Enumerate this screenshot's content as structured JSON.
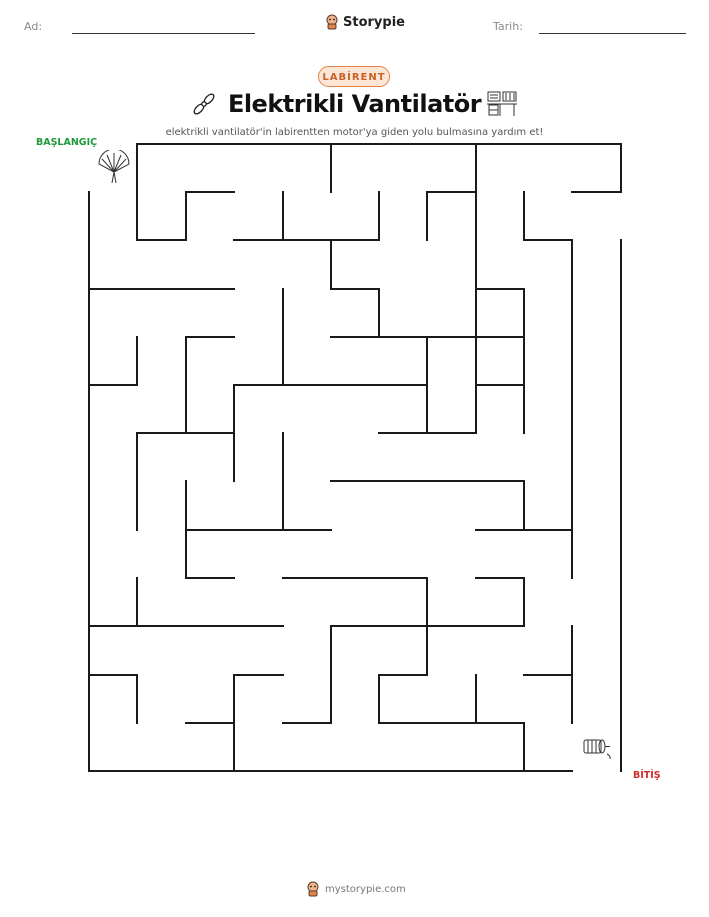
{
  "header": {
    "name_label": "Ad:",
    "date_label": "Tarih:",
    "brand": "Storypie"
  },
  "badge": "LABİRENT",
  "title": "Elektrikli Vantilatör",
  "subtitle": "elektrikli vantilatör'in labirentten motor'ya giden yolu bulmasına yardım et!",
  "labels": {
    "start": "BAŞLANGIÇ",
    "finish": "BİTİŞ"
  },
  "footer": {
    "site": "mystorypie.com"
  },
  "icons": {
    "brand_logo": "storypie-mascot-icon",
    "title_left": "propeller-icon",
    "title_right": "workbench-icon",
    "start_item": "hand-fan-icon",
    "end_item": "motor-icon"
  }
}
